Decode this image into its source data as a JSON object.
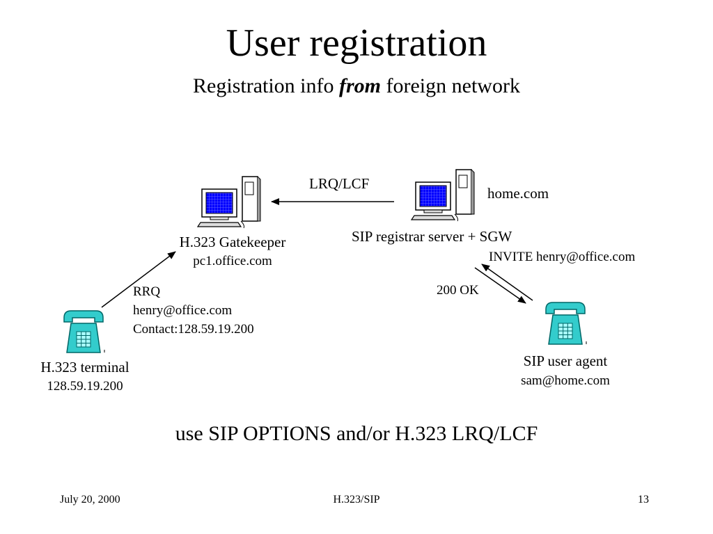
{
  "slide": {
    "title": "User registration",
    "subtitle_before": "Registration info ",
    "subtitle_emphasis": "from",
    "subtitle_after": " foreign network",
    "bottom_note": "use SIP OPTIONS and/or H.323 LRQ/LCF"
  },
  "nodes": {
    "gatekeeper": {
      "name": "H.323 Gatekeeper",
      "host": "pc1.office.com",
      "icon": "computer-icon"
    },
    "registrar": {
      "name": "SIP registrar server + SGW",
      "domain": "home.com",
      "icon": "computer-icon"
    },
    "terminal": {
      "name": "H.323 terminal",
      "address": "128.59.19.200",
      "icon": "telephone-icon"
    },
    "user_agent": {
      "name": "SIP user agent",
      "address": "sam@home.com",
      "icon": "telephone-icon"
    }
  },
  "messages": {
    "lrq": "LRQ/LCF",
    "rrq_lines": [
      "RRQ",
      "henry@office.com",
      "Contact:128.59.19.200"
    ],
    "invite": "INVITE henry@office.com",
    "ok": "200 OK"
  },
  "colors": {
    "screen": "#0000FF",
    "screen_grid": "#6666FF",
    "monitor_body": "#FFFFFF",
    "phone_body": "#33CCCC",
    "phone_dark": "#006666",
    "keypad": "#AAFFFF"
  },
  "footer": {
    "date": "July 20, 2000",
    "topic": "H.323/SIP",
    "page": "13"
  }
}
